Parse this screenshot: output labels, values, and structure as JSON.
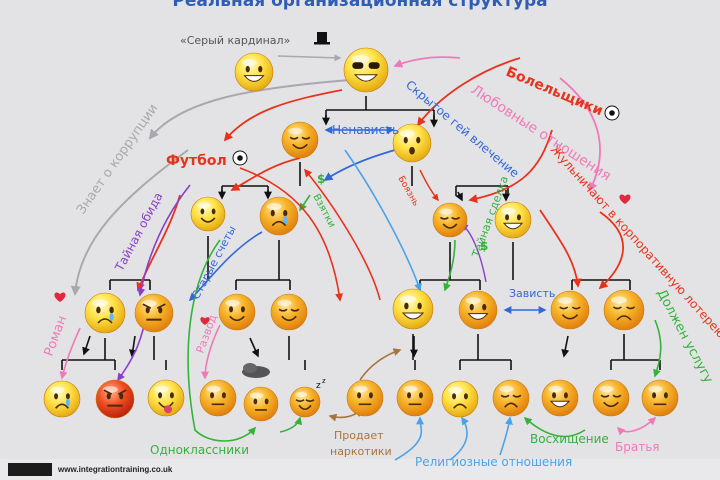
{
  "title": "Реальная организационная структура",
  "footer": "www.integrationtraining.co.uk",
  "colors": {
    "background": "#e3e3e6",
    "title": "#2f5db3",
    "hierarchy": "#111111",
    "gray": "#a9a9ad",
    "red": "#e8331c",
    "pink": "#f07ab8",
    "green": "#35b23c",
    "blue": "#3168d8",
    "lightblue": "#4aa3e8",
    "purple": "#8a3fc8",
    "brown": "#a8743c",
    "face": "#f7a91e"
  },
  "labels": {
    "grey_cardinal": "«Серый кардинал»",
    "hate": "Ненависть",
    "football": "Футбол",
    "fans": "Болельщики",
    "love": "Любовные отношения",
    "hidden_gay": "Скрытое гей влечение",
    "knows_corruption": "Знает о коррупции",
    "secret_grudge": "Тайная обида",
    "bribes": "Взятки",
    "fear": "Боязнь",
    "cheating_lottery": "Жульничают в корпоративную лотерею",
    "old_scores": "Старые счеты",
    "secret_deal": "Тайная сделка",
    "envy": "Зависть",
    "owes_favor": "Должен услугу",
    "romance": "Роман",
    "divorce": "Развод",
    "classmates": "Одноклассники",
    "sells_drugs": "Продает наркотики",
    "religious": "Религиозные отношения",
    "admiration": "Восхищение",
    "brothers": "Братья",
    "dollar": "$"
  },
  "faces": [
    {
      "id": "grey-cardinal",
      "mood": "grin"
    },
    {
      "id": "boss",
      "mood": "grin-glasses"
    },
    {
      "id": "manager-left",
      "mood": "sly"
    },
    {
      "id": "manager-right",
      "mood": "surprised"
    },
    {
      "id": "lead-1",
      "mood": "wink"
    },
    {
      "id": "lead-2",
      "mood": "crying"
    },
    {
      "id": "lead-3",
      "mood": "shy"
    },
    {
      "id": "lead-4",
      "mood": "grin"
    },
    {
      "id": "staff-1",
      "mood": "cry"
    },
    {
      "id": "staff-2",
      "mood": "angry"
    },
    {
      "id": "staff-3",
      "mood": "smile"
    },
    {
      "id": "staff-4",
      "mood": "sly"
    },
    {
      "id": "staff-5",
      "mood": "laugh"
    },
    {
      "id": "staff-6",
      "mood": "grin"
    },
    {
      "id": "staff-7",
      "mood": "sleepy"
    },
    {
      "id": "staff-8",
      "mood": "sad"
    },
    {
      "id": "worker-1",
      "mood": "cry"
    },
    {
      "id": "worker-2",
      "mood": "angry"
    },
    {
      "id": "worker-3",
      "mood": "tongue"
    },
    {
      "id": "worker-4",
      "mood": "neutral"
    },
    {
      "id": "worker-5",
      "mood": "cloud"
    },
    {
      "id": "worker-6",
      "mood": "sleep"
    },
    {
      "id": "worker-7",
      "mood": "drugged"
    },
    {
      "id": "worker-8",
      "mood": "neutral"
    },
    {
      "id": "worker-9",
      "mood": "worried"
    },
    {
      "id": "worker-10",
      "mood": "sad"
    },
    {
      "id": "worker-11",
      "mood": "laugh"
    },
    {
      "id": "worker-12",
      "mood": "smirk"
    },
    {
      "id": "worker-13",
      "mood": "neutral"
    }
  ],
  "icons": {
    "top_hat": "top-hat-icon",
    "soccer_ball": "soccer-ball-icon",
    "heart": "heart-icon",
    "storm_cloud": "storm-cloud-icon",
    "zzz": "sleep-icon"
  }
}
